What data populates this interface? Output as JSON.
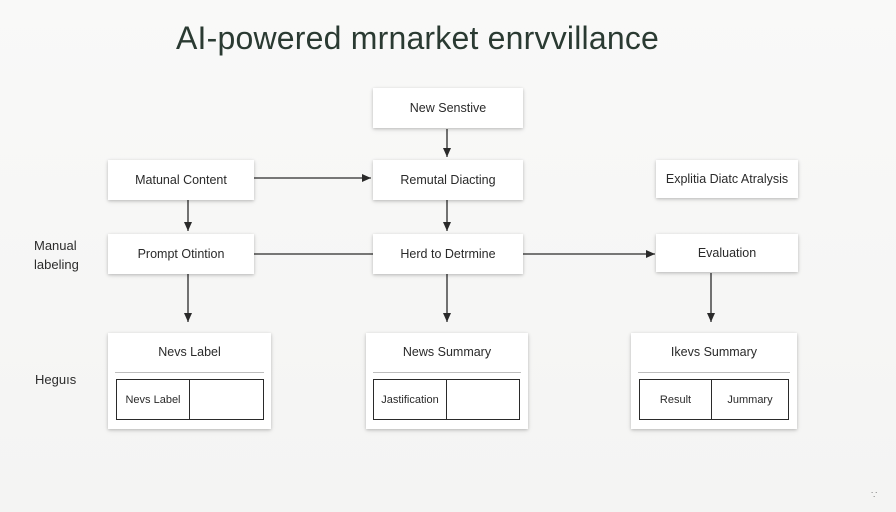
{
  "title": "AI-powered mrnarket enrvvillance",
  "side_labels": {
    "row2": "Manual\nlabeling",
    "row3": "Heguıs"
  },
  "nodes": {
    "new_sensitive": "New Senstive",
    "manual_content": "Matunal Content",
    "remutal_diacting": "Remutal Diacting",
    "explicit_data_analysis": "Explitia Diatc Atralysis",
    "prompt_otintion": "Prompt Otintion",
    "hard_to_determine": "Herd to Detrmine",
    "evaluation": "Evaluation"
  },
  "cards": [
    {
      "title": "Nevs Label",
      "cells": [
        "Nevs Label",
        ""
      ]
    },
    {
      "title": "News Summary",
      "cells": [
        "Jastification",
        ""
      ]
    },
    {
      "title": "Ikevs Summary",
      "cells": [
        "Result",
        "Jummary"
      ]
    }
  ],
  "corner_mark": "∵"
}
